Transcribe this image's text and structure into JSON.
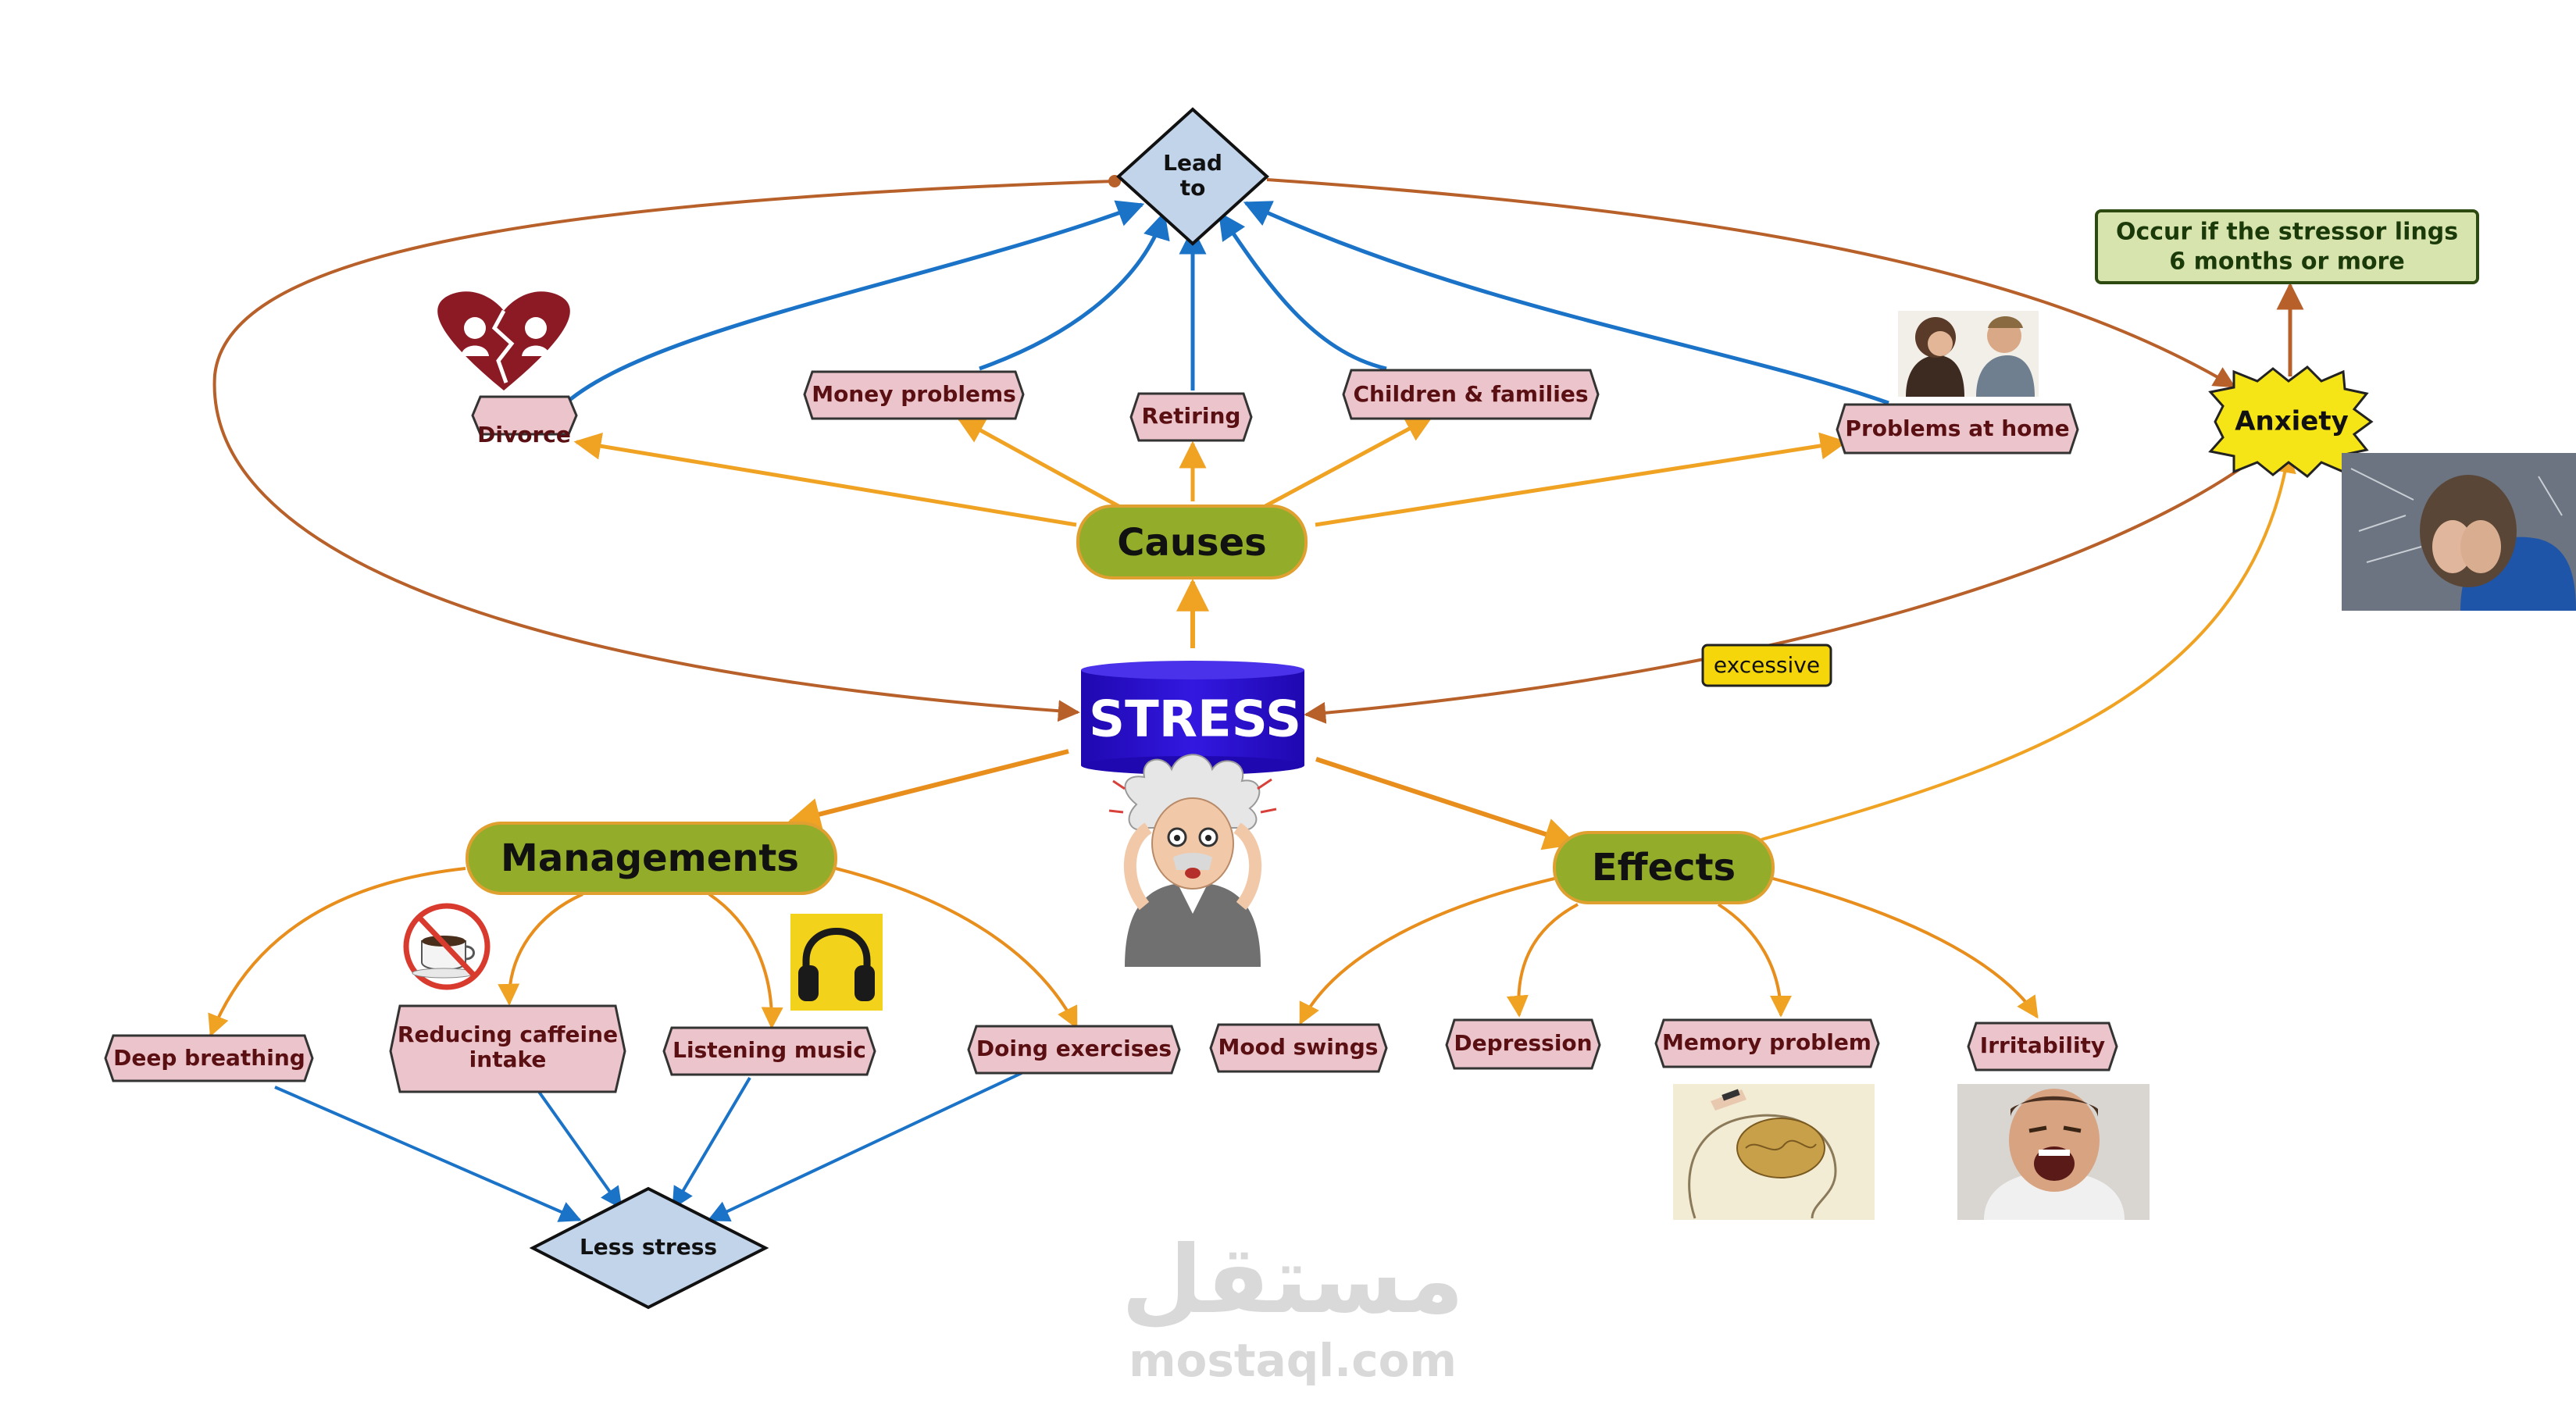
{
  "hub": {
    "label": "STRESS"
  },
  "lead_to": {
    "line1": "Lead",
    "line2": "to"
  },
  "categories": {
    "causes": "Causes",
    "managements": "Managements",
    "effects": "Effects"
  },
  "causes": [
    "Divorce",
    "Money problems",
    "Retiring",
    "Children & families",
    "Problems at home"
  ],
  "managements": [
    "Deep breathing",
    "Reducing caffeine",
    "intake",
    "Listening music",
    "Doing exercises"
  ],
  "effects": [
    "Mood swings",
    "Depression",
    "Memory problem",
    "Irritability"
  ],
  "less_stress": "Less stress",
  "anxiety": {
    "label": "Anxiety",
    "note_line1": "Occur if the stressor lings",
    "note_line2": "6 months or more",
    "link_label": "excessive"
  },
  "watermark": {
    "arabic": "مستقل",
    "latin": "mostaql.com"
  },
  "colors": {
    "hub_fill": "#2a0fd4",
    "category_fill": "#93ad2a",
    "category_border": "#e0a030",
    "hex_fill": "#ebc5cb",
    "hex_text": "#5a0f12",
    "diamond_fill": "#c2d4ea",
    "note_fill": "#d8e4ad",
    "anxiety_fill": "#f5e416",
    "excessive_fill": "#f5d60a",
    "orange_arrow": "#f0a223",
    "blue_arrow": "#1b73c8",
    "brown_arrow": "#b8602a"
  }
}
